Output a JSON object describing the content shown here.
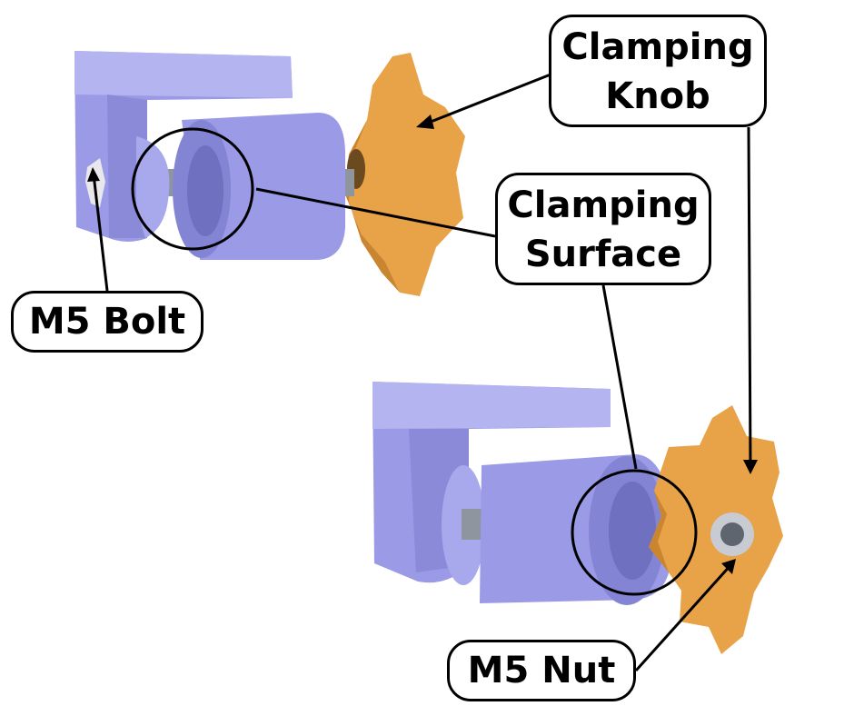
{
  "labels": {
    "clamping_knob": [
      "Clamping",
      "Knob"
    ],
    "clamping_surface": [
      "Clamping",
      "Surface"
    ],
    "m5_bolt": "M5 Bolt",
    "m5_nut": "M5 Nut"
  },
  "colors": {
    "bracket": "#9a9ae6",
    "bracket_shadow": "#7c7cc8",
    "bracket_light": "#b4b4f0",
    "knob": "#e8a247",
    "knob_shadow": "#c98530",
    "metal": "#9ca3ab",
    "outline": "#000000"
  }
}
